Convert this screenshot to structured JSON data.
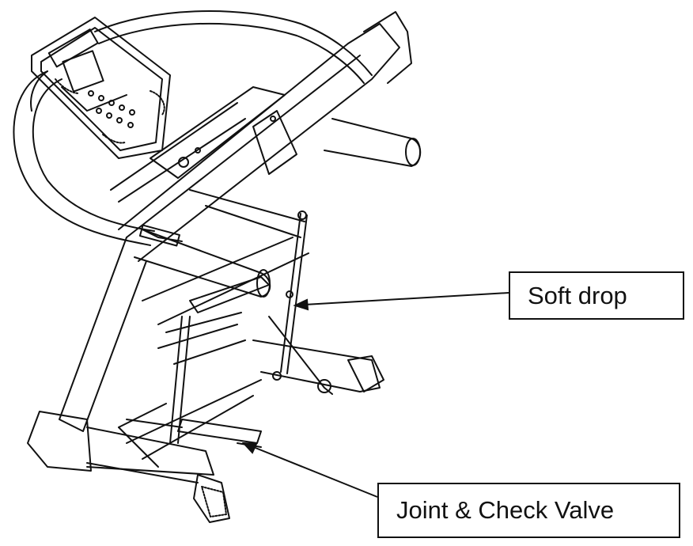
{
  "diagram": {
    "subject": "folded treadmill line drawing",
    "line_color": "#111111",
    "background": "#ffffff"
  },
  "callouts": {
    "soft_drop": "Soft drop",
    "joint_check_valve": "Joint & Check Valve"
  }
}
